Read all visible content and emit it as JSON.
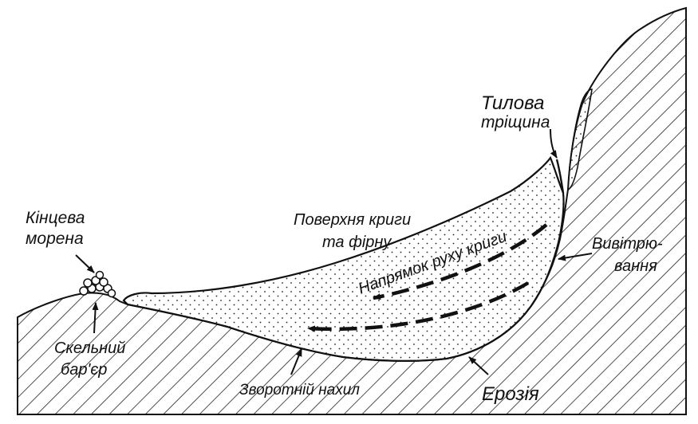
{
  "diagram": {
    "colors": {
      "ink": "#111111",
      "paper": "#ffffff",
      "hatch": "#222222"
    },
    "labels": {
      "bergschrund": {
        "line1": "Тилова",
        "line2": "тріщина"
      },
      "terminal_moraine": {
        "line1": "Кінцева",
        "line2": "морена"
      },
      "ice_surface": {
        "line1": "Поверхня криги",
        "line2": "та фірну"
      },
      "flow_direction": "Напрямок руху криги",
      "frost_weathering": {
        "line1": "Вивітрю-",
        "line2": "вання"
      },
      "rock_barrier": {
        "line1": "Скельний",
        "line2": "бар'єр"
      },
      "reverse_slope": "Зворотній нахил",
      "erosion": "Ерозія"
    }
  }
}
